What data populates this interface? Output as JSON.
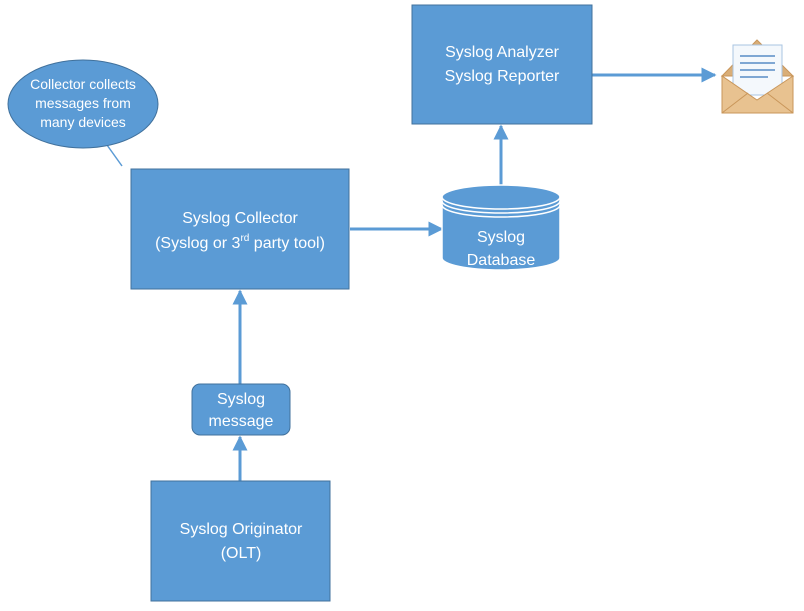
{
  "colors": {
    "node_fill": "#5B9BD5",
    "node_stroke": "#41719C",
    "arrow": "#5B9BD5",
    "text": "#ffffff",
    "envelope_body": "#E8C290",
    "envelope_edge": "#C9965A",
    "letter": "#F4F8FC",
    "letter_lines": "#7FA7D3"
  },
  "nodes": {
    "analyzer": {
      "line1": "Syslog Analyzer",
      "line2": "Syslog Reporter"
    },
    "collector": {
      "line1": "Syslog Collector",
      "line2_before": "(Syslog or 3",
      "line2_sup": "rd",
      "line2_after": " party tool)"
    },
    "database": {
      "line1": "Syslog",
      "line2": "Database"
    },
    "message": {
      "line1": "Syslog",
      "line2": "message"
    },
    "originator": {
      "line1": "Syslog Originator",
      "line2": "(OLT)"
    },
    "callout": {
      "line1": "Collector collects",
      "line2": "messages from",
      "line3": "many devices"
    }
  },
  "icons": {
    "email": "envelope-letter-icon"
  }
}
